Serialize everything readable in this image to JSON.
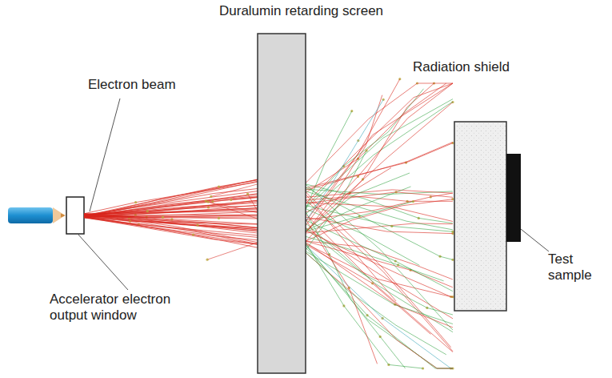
{
  "diagram": {
    "labels": [
      "Duralumin retarding screen",
      "Electron beam",
      "Radiation shield",
      "Test sample",
      "Accelerator electron output window"
    ]
  }
}
